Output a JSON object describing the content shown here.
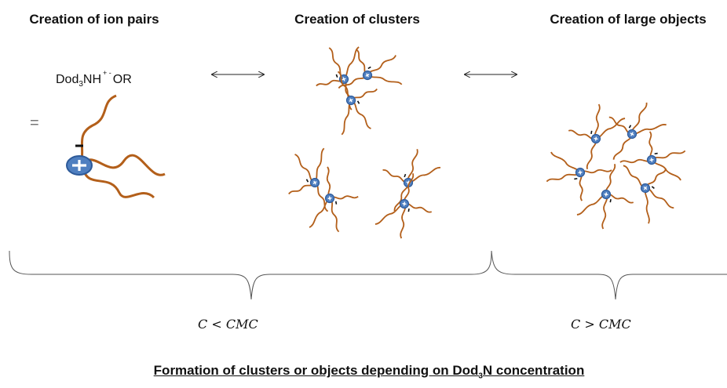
{
  "headings": {
    "ion_pairs": "Creation of ion pairs",
    "clusters": "Creation of clusters",
    "large_objects": "Creation of large objects"
  },
  "formula": {
    "prefix": "Dod",
    "sub": "3",
    "mid": "NH",
    "charge": "+ -",
    "suffix": "OR"
  },
  "equals": "=",
  "conditions": {
    "below_cmc": "C < CMC",
    "above_cmc": "C > CMC"
  },
  "caption": {
    "before": "Formation of clusters or objects depending on Dod",
    "sub": "3",
    "after": "N concentration"
  },
  "colors": {
    "chain": "#b35f1a",
    "head_fill": "#4f7fc0",
    "head_stroke": "#2d5a99",
    "bracket": "#555555"
  },
  "icons": [
    "ion-pair-molecule",
    "double-arrow-icon",
    "brace-icon"
  ]
}
